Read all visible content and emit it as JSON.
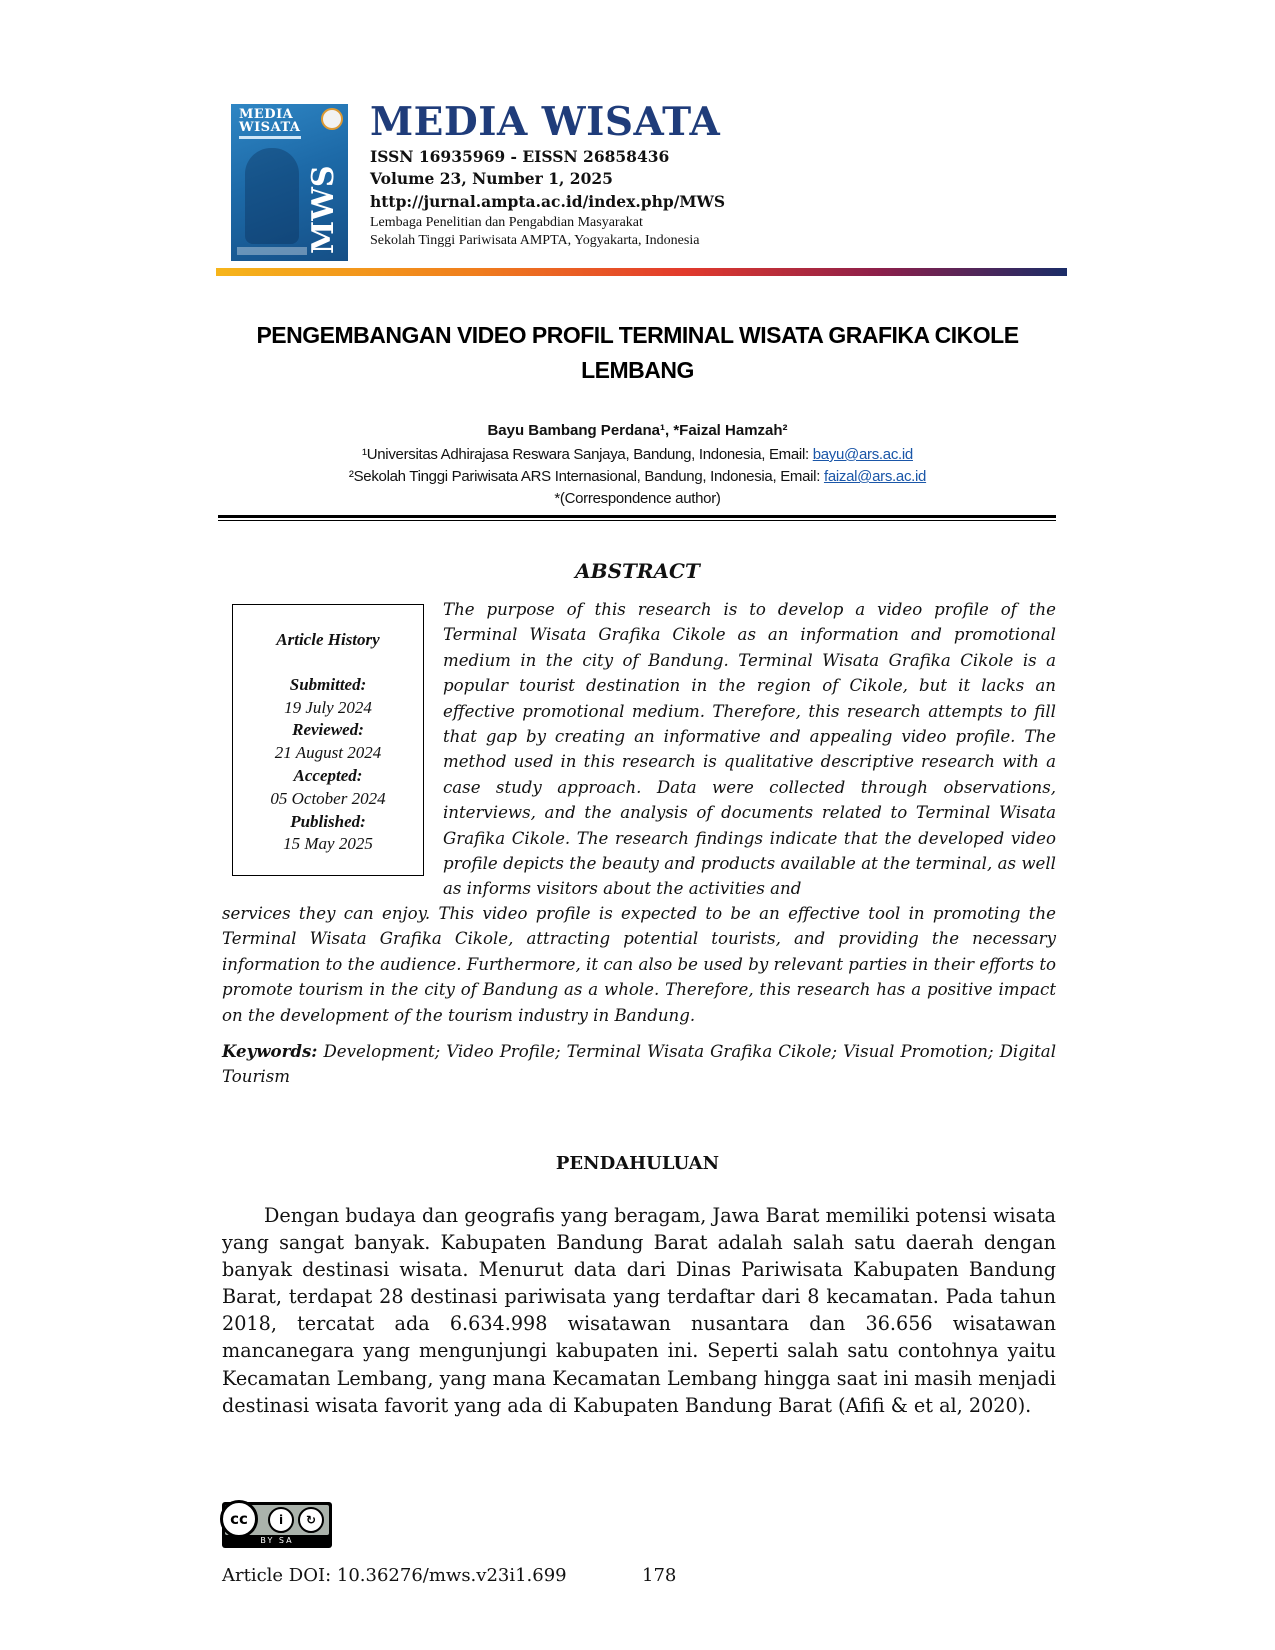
{
  "header": {
    "cover": {
      "title": "MEDIA WISATA",
      "side_text": "MWS"
    },
    "journal_name": "MEDIA WISATA",
    "issn": "ISSN 16935969 - EISSN 26858436",
    "volume": "Volume 23, Number 1, 2025",
    "url": "http://jurnal.ampta.ac.id/index.php/MWS",
    "institution_1": "Lembaga Penelitian dan Pengabdian Masyarakat",
    "institution_2": "Sekolah Tinggi Pariwisata AMPTA, Yogyakarta, Indonesia",
    "bar_colors": [
      "#f6b51b",
      "#f07f1d",
      "#e23a2c",
      "#8c1f4a",
      "#1a2c67"
    ]
  },
  "article": {
    "title": "PENGEMBANGAN VIDEO PROFIL TERMINAL WISATA GRAFIKA CIKOLE LEMBANG",
    "authors": "Bayu Bambang Perdana¹, *Faizal Hamzah²",
    "affiliation_1": "¹Universitas Adhirajasa Reswara Sanjaya, Bandung, Indonesia, Email: ",
    "email_1": "bayu@ars.ac.id",
    "affiliation_2": "²Sekolah Tinggi Pariwisata ARS Internasional, Bandung, Indonesia, Email: ",
    "email_2": "faizal@ars.ac.id",
    "correspondence": "*(Correspondence author)",
    "link_color": "#1a56a8"
  },
  "abstract": {
    "heading": "ABSTRACT",
    "text_top": "The purpose of this research is to develop a video profile of the Terminal Wisata Grafika Cikole as an information and promotional medium in the city of Bandung. Terminal Wisata Grafika Cikole is a popular tourist destination in the region of Cikole, but it lacks an effective promotional medium. Therefore, this research attempts to fill that gap by creating an informative and appealing video profile. The method used in this research is qualitative descriptive research with a case study approach. Data were collected through observations, interviews, and the analysis of documents related to Terminal Wisata Grafika Cikole. The research findings indicate that the developed video profile depicts the beauty and products available at the terminal, as well as informs visitors about the activities and",
    "text_bottom": "services they can enjoy. This video profile is expected to be an effective tool in promoting the Terminal Wisata Grafika Cikole, attracting potential tourists, and providing the necessary information to the audience. Furthermore, it can also be used by relevant parties in their efforts to promote tourism in the city of Bandung as a whole. Therefore, this research has a positive impact on the development of the tourism industry in Bandung.",
    "keywords_label": "Keywords:",
    "keywords": "Development; Video Profile; Terminal Wisata Grafika Cikole; Visual Promotion; Digital Tourism"
  },
  "history": {
    "title": "Article History",
    "submitted_label": "Submitted:",
    "submitted": "19 July 2024",
    "reviewed_label": "Reviewed:",
    "reviewed": "21 August 2024",
    "accepted_label": "Accepted:",
    "accepted": "05 October 2024",
    "published_label": "Published:",
    "published": "15 May 2025"
  },
  "intro": {
    "heading": "PENDAHULUAN",
    "paragraph": "Dengan budaya dan geografis yang beragam, Jawa Barat memiliki potensi wisata yang sangat banyak. Kabupaten Bandung Barat adalah salah satu daerah dengan banyak destinasi wisata. Menurut data dari Dinas Pariwisata Kabupaten Bandung Barat, terdapat 28 destinasi pariwisata yang terdaftar dari 8 kecamatan. Pada tahun 2018, tercatat ada 6.634.998 wisatawan nusantara dan 36.656 wisatawan mancanegara yang mengunjungi kabupaten ini. Seperti salah satu contohnya yaitu Kecamatan Lembang, yang mana Kecamatan Lembang hingga saat ini masih menjadi destinasi wisata favorit yang ada di Kabupaten Bandung Barat (Afifi & et al, 2020)."
  },
  "license": {
    "badge_text": "BY SA",
    "cc_symbol": "cc",
    "by_symbol": "i",
    "sa_symbol": "↻"
  },
  "footer": {
    "doi": "Article DOI: 10.36276/mws.v23i1.699",
    "page_number": "178"
  }
}
